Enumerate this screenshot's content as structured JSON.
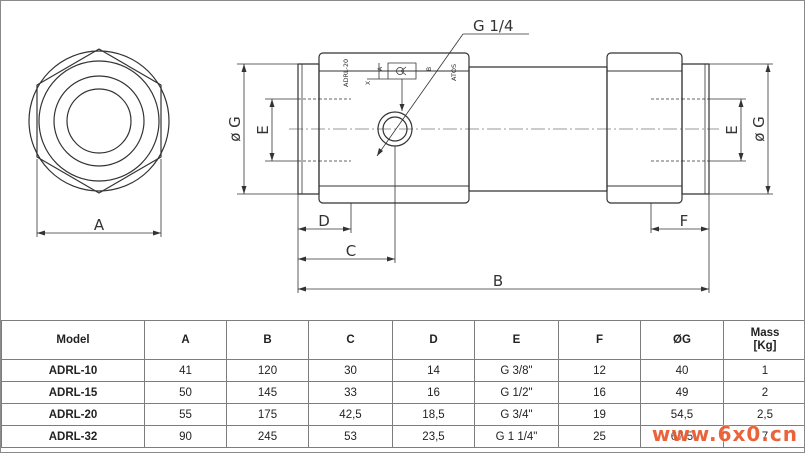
{
  "drawing": {
    "labels": {
      "thread": "G 1/4",
      "a": "A",
      "b": "B",
      "c": "C",
      "d": "D",
      "e": "E",
      "f": "F",
      "dia_g": "ø G",
      "body_mark_model": "ADRL-20",
      "body_mark_brand": "ATOS",
      "symbol_x": "X",
      "symbol_a": "A",
      "symbol_b": "B"
    }
  },
  "table": {
    "headers": [
      "Model",
      "A",
      "B",
      "C",
      "D",
      "E",
      "F",
      "ØG",
      "Mass\n[Kg]"
    ],
    "rows": [
      [
        "ADRL-10",
        "41",
        "120",
        "30",
        "14",
        "G 3/8\"",
        "12",
        "40",
        "1"
      ],
      [
        "ADRL-15",
        "50",
        "145",
        "33",
        "16",
        "G 1/2\"",
        "16",
        "49",
        "2"
      ],
      [
        "ADRL-20",
        "55",
        "175",
        "42,5",
        "18,5",
        "G 3/4\"",
        "19",
        "54,5",
        "2,5"
      ],
      [
        "ADRL-32",
        "90",
        "245",
        "53",
        "23,5",
        "G 1 1/4\"",
        "25",
        "67,5",
        "7"
      ]
    ]
  },
  "watermark": "www.6x0.cn",
  "colors": {
    "line": "#333333",
    "watermark": "#e9562a"
  }
}
